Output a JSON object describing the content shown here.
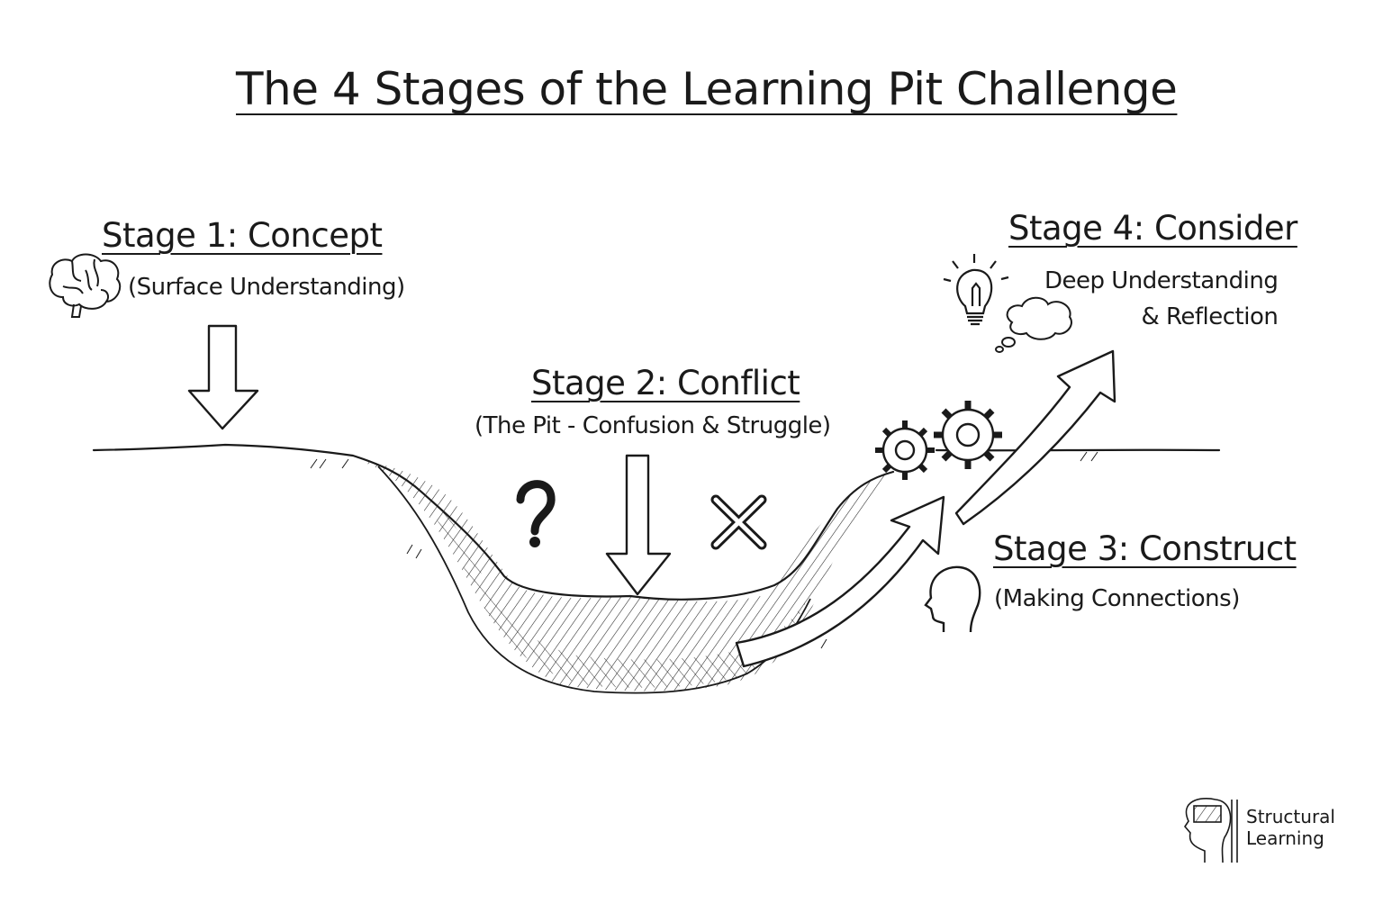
{
  "title": "The 4 Stages of the Learning Pit Challenge",
  "stages": [
    {
      "heading": "Stage 1: Concept",
      "subtitle": "(Surface Understanding)",
      "icon": "brain-icon"
    },
    {
      "heading": "Stage 2: Conflict",
      "subtitle": "(The Pit - Confusion & Struggle)",
      "icon": "question-mark-icon"
    },
    {
      "heading": "Stage 3: Construct",
      "subtitle": "(Making Connections)",
      "icon": "head-silhouette-icon"
    },
    {
      "heading": "Stage 4: Consider",
      "subtitle_line1": "Deep Understanding",
      "subtitle_line2": "& Reflection",
      "icon": "lightbulb-icon"
    }
  ],
  "brand": {
    "line1": "Structural",
    "line2": "Learning",
    "icon": "head-puzzle-logo-icon"
  },
  "colors": {
    "ink": "#1a1a1a",
    "background": "#ffffff"
  }
}
